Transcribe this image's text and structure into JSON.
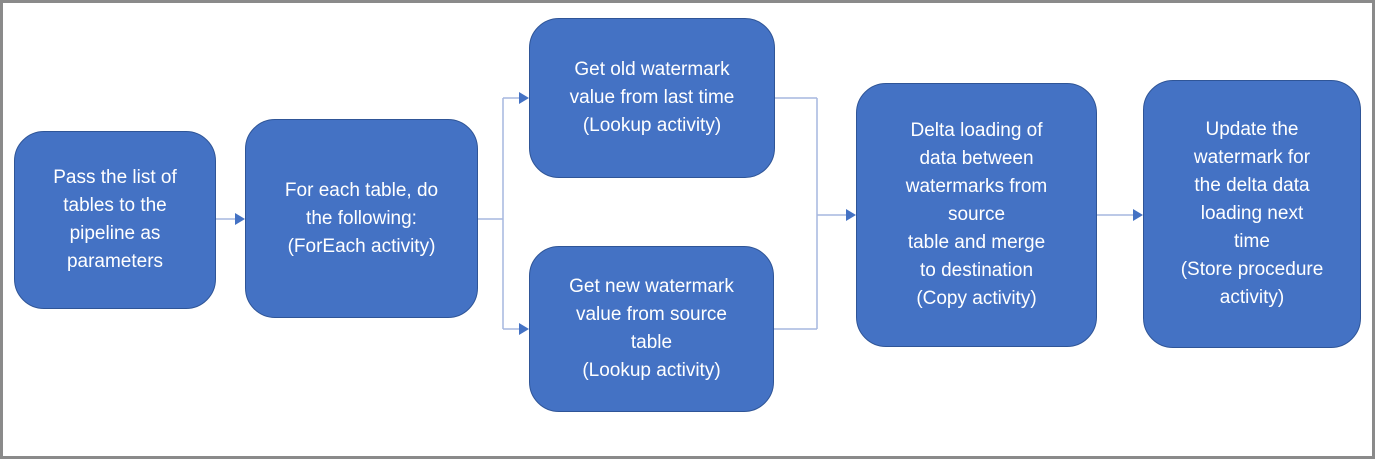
{
  "diagram": {
    "nodes": [
      {
        "id": "pass-tables",
        "text": "Pass the list of\ntables to the\npipeline as\nparameters"
      },
      {
        "id": "foreach",
        "text": "For each table, do\nthe following:\n(ForEach activity)"
      },
      {
        "id": "get-old-watermark",
        "text": "Get old watermark\nvalue from last time\n(Lookup activity)"
      },
      {
        "id": "get-new-watermark",
        "text": "Get new watermark\nvalue from source\ntable\n(Lookup activity)"
      },
      {
        "id": "delta-loading",
        "text": "Delta loading of\ndata between\nwatermarks from\nsource\ntable and merge\nto destination\n(Copy activity)"
      },
      {
        "id": "update-watermark",
        "text": "Update the\nwatermark for\nthe delta data\nloading next\ntime\n(Store procedure\nactivity)"
      }
    ],
    "edges": [
      {
        "from": "pass-tables",
        "to": "foreach"
      },
      {
        "from": "foreach",
        "to": "get-old-watermark"
      },
      {
        "from": "foreach",
        "to": "get-new-watermark"
      },
      {
        "from": "get-old-watermark",
        "to": "delta-loading"
      },
      {
        "from": "get-new-watermark",
        "to": "delta-loading"
      },
      {
        "from": "delta-loading",
        "to": "update-watermark"
      }
    ],
    "colors": {
      "node_fill": "#4472C4",
      "node_stroke": "#2F5597",
      "connector_line": "#A6B7DF",
      "arrow_fill": "#4472C4",
      "frame_border": "#8A8A8A",
      "background": "#FFFFFF",
      "text": "#FFFFFF"
    }
  }
}
